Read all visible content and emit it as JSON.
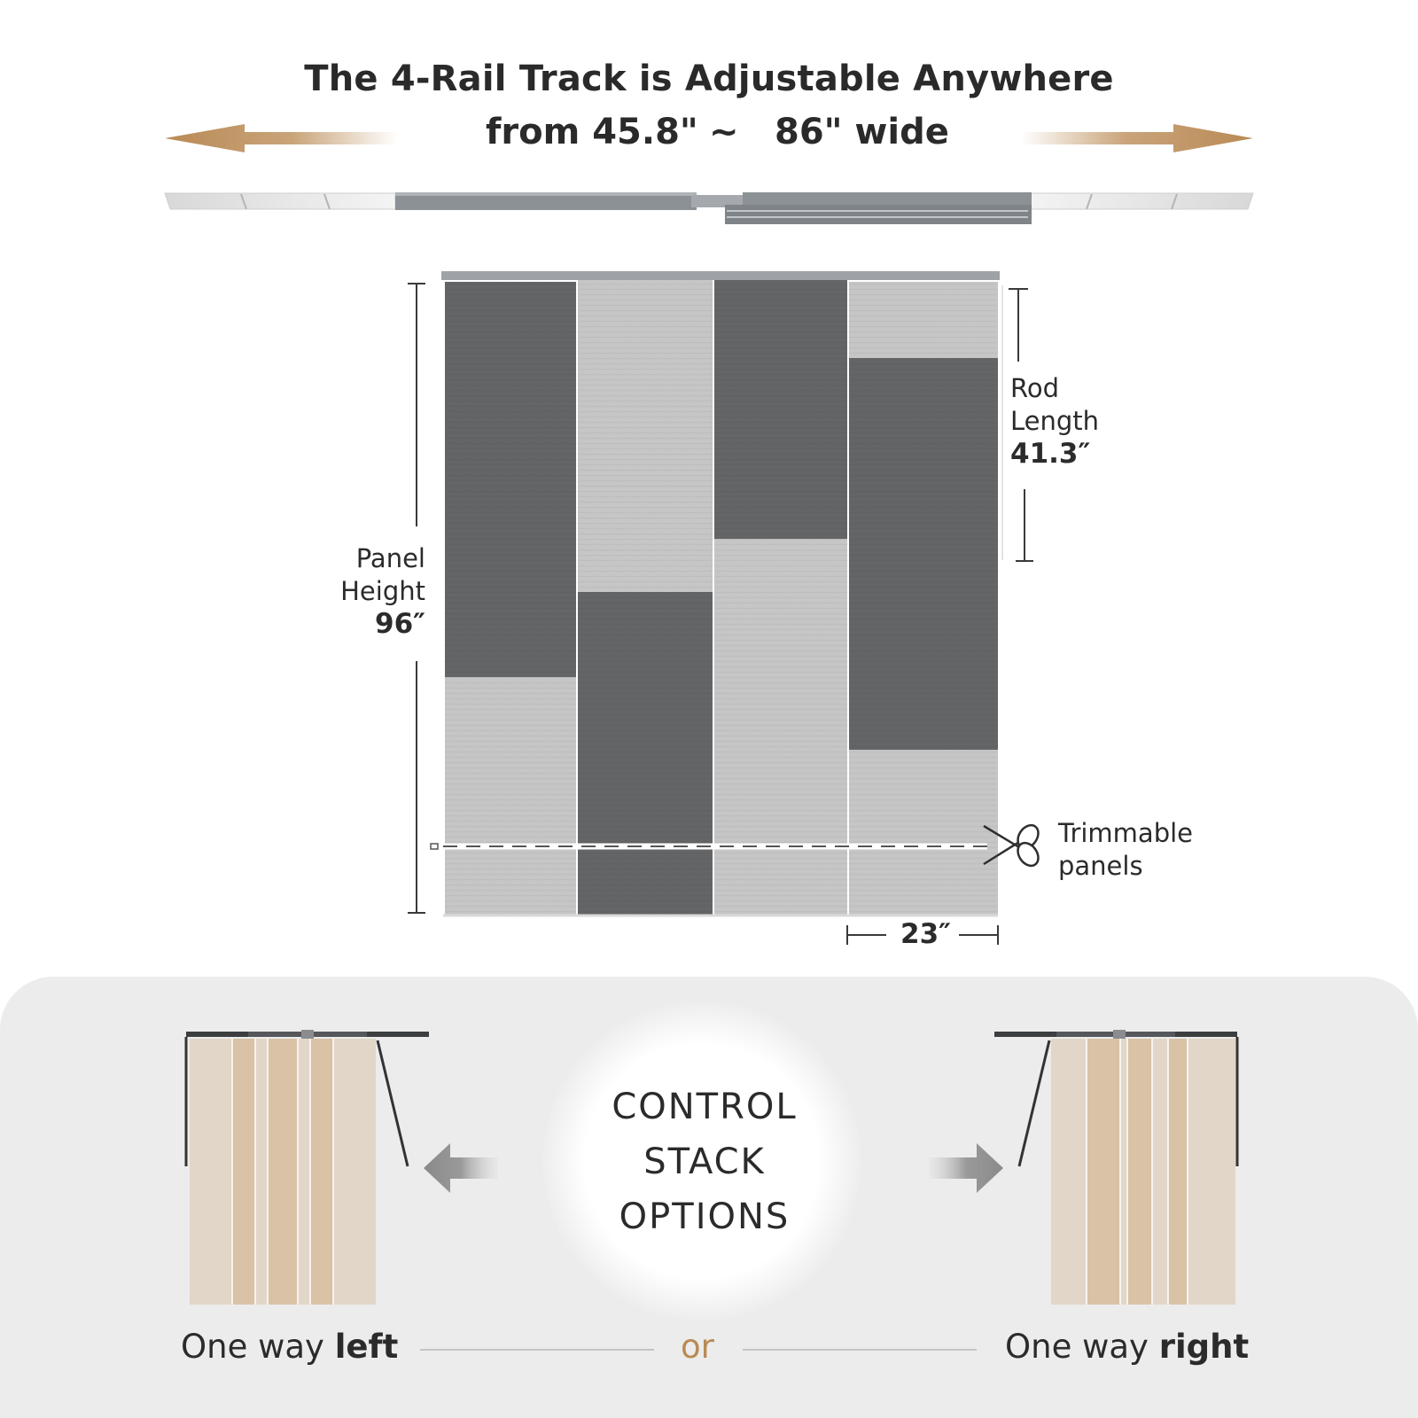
{
  "title": {
    "line1": "The 4-Rail Track is Adjustable Anywhere",
    "min": "from 45.8\"",
    "tilde": "~",
    "max": "86\" wide"
  },
  "labels": {
    "rod_line1": "Rod",
    "rod_line2": "Length",
    "rod_value": "41.3″",
    "panel_line1": "Panel",
    "panel_line2": "Height",
    "panel_value": "96″",
    "trim_line1": "Trimmable",
    "trim_line2": "panels",
    "width_value": "23″"
  },
  "control": {
    "line1": "CONTROL",
    "line2": "STACK",
    "line3": "OPTIONS"
  },
  "options": {
    "left_prefix": "One way ",
    "left_bold": "left",
    "or": "or",
    "right_prefix": "One way ",
    "right_bold": "right"
  },
  "colors": {
    "arrow_tan": "#b98a55",
    "panel_dark": "#636567",
    "panel_light": "#c6c6c6",
    "bottom_bg": "#ececec",
    "beige": "#dcc4a8"
  }
}
